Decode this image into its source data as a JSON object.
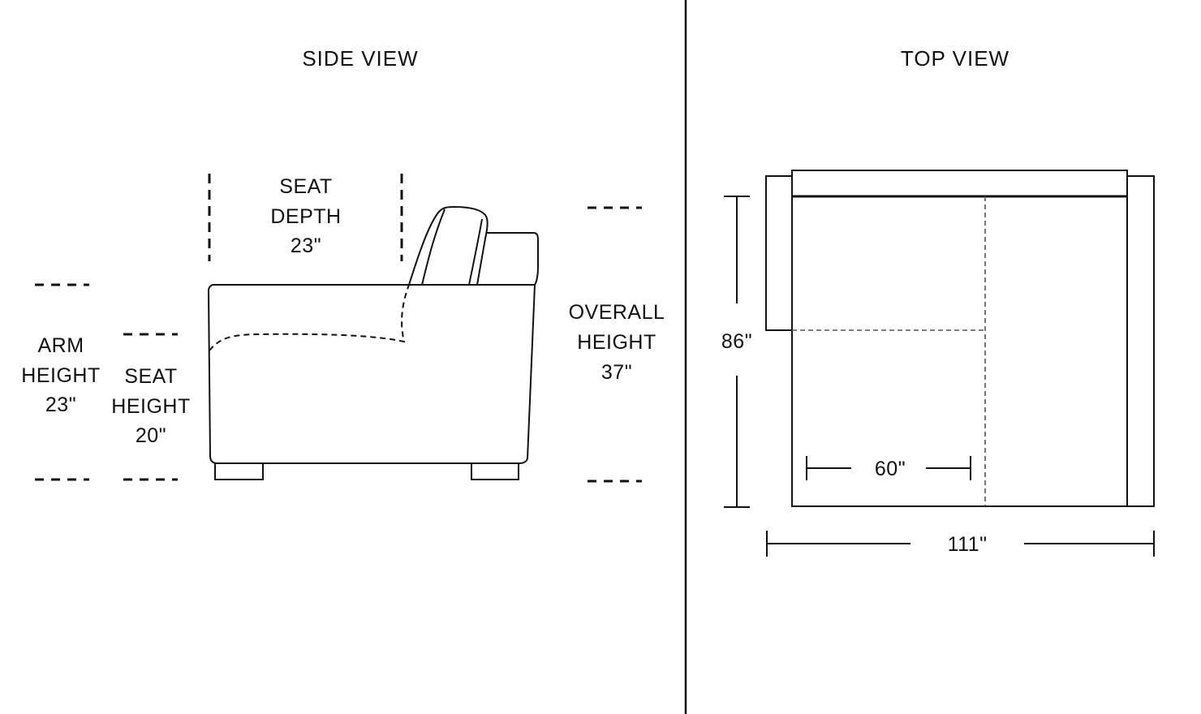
{
  "side_view": {
    "title": "SIDE VIEW",
    "seat_depth": {
      "line1": "SEAT",
      "line2": "DEPTH",
      "value": "23\""
    },
    "arm_height": {
      "line1": "ARM",
      "line2": "HEIGHT",
      "value": "23\""
    },
    "seat_height": {
      "line1": "SEAT",
      "line2": "HEIGHT",
      "value": "20\""
    },
    "overall_height": {
      "line1": "OVERALL",
      "line2": "HEIGHT",
      "value": "37\""
    }
  },
  "top_view": {
    "title": "TOP VIEW",
    "depth": "86\"",
    "chaise_width": "60\"",
    "total_width": "111\""
  }
}
